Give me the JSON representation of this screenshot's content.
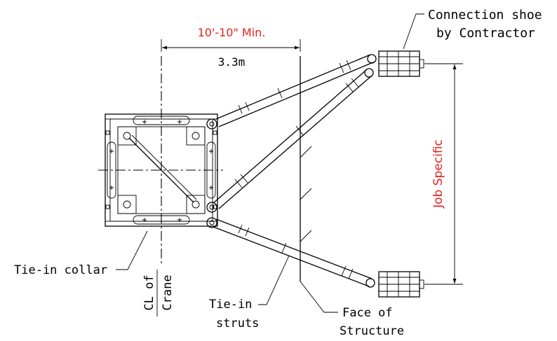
{
  "labels": {
    "min_distance": "10'-10\" Min.",
    "metric_distance": "3.3m",
    "connection_shoe_line1": "Connection shoe",
    "connection_shoe_line2": "by Contractor",
    "job_specific": "Job Specific",
    "tie_in_collar": "Tie-in collar",
    "cl_of": "CL of",
    "crane": "Crane",
    "tie_in": "Tie-in",
    "struts": "struts",
    "face_of": "Face of",
    "structure": "Structure"
  },
  "colors": {
    "linework": "#000000",
    "dimension_text": "#e8201c",
    "background": "#ffffff"
  }
}
